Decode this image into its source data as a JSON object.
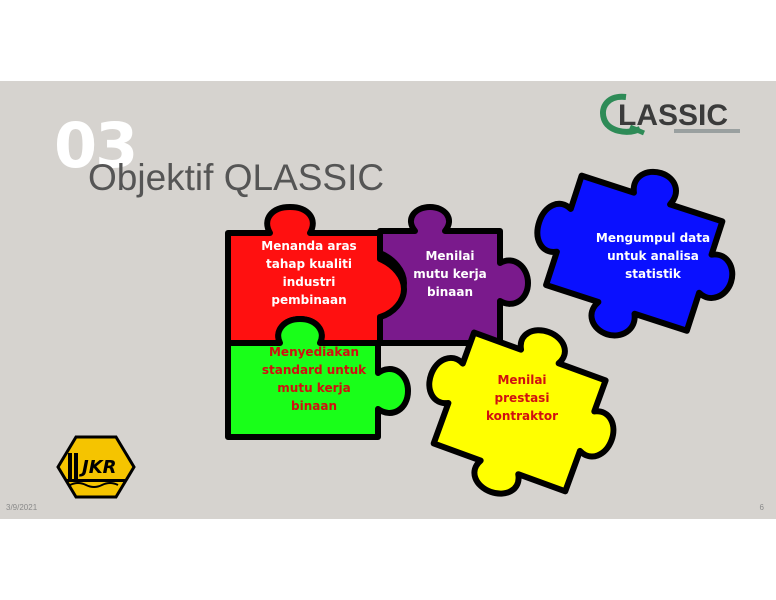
{
  "slide": {
    "number": "03",
    "title": "Objektif QLASSIC",
    "date": "3/9/2021",
    "page": "6"
  },
  "logos": {
    "qlassic_text": "LASSIC",
    "qlassic_q": "Q",
    "jkr_text": "JKR"
  },
  "pieces": [
    {
      "label": "Menanda aras tahap kualiti industri pembinaan",
      "color": "#ff1010",
      "text_color": "#ffffff"
    },
    {
      "label": "Menilai mutu kerja binaan",
      "color": "#7a1a8c",
      "text_color": "#ffffff"
    },
    {
      "label": "Mengumpul data untuk analisa statistik",
      "color": "#0a10ff",
      "text_color": "#ffffff"
    },
    {
      "label": "Menyediakan standard untuk mutu kerja binaan",
      "color": "#19ff19",
      "text_color": "#d01010"
    },
    {
      "label": "Menilai prestasi kontraktor",
      "color": "#ffff00",
      "text_color": "#d01010"
    }
  ]
}
